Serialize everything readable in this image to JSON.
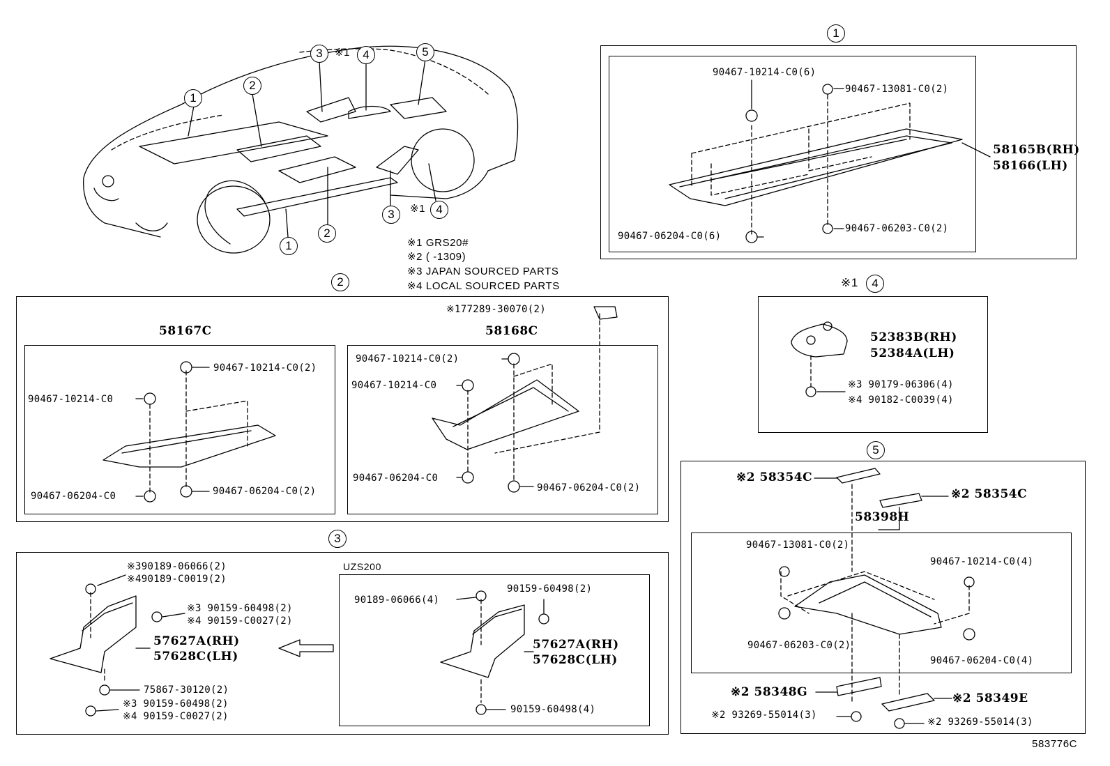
{
  "circles": {
    "c1": "1",
    "c2": "2",
    "c3": "3",
    "c4": "4",
    "c5": "5"
  },
  "sym": "※1",
  "notes": [
    "※1 GRS20#",
    "※2 (      -1309)",
    "※3 JAPAN SOURCED PARTS",
    "※4 LOCAL SOURCED PARTS"
  ],
  "s1": {
    "p1": "90467-10214-C0(6)",
    "p2": "90467-13081-C0(2)",
    "p3": "90467-06204-C0(6)",
    "p4": "90467-06203-C0(2)",
    "main_rh": "58165B(RH)",
    "main_lh": "58166(LH)"
  },
  "s2": {
    "left_title": "58167C",
    "right_title": "58168C",
    "top": "※177289-30070(2)",
    "l1": "90467-10214-C0(2)",
    "l2": "90467-10214-C0",
    "l3": "90467-06204-C0",
    "l4": "90467-06204-C0(2)",
    "r1": "90467-10214-C0(2)",
    "r2": "90467-10214-C0",
    "r3": "90467-06204-C0",
    "r4": "90467-06204-C0(2)"
  },
  "s3": {
    "a1": "※390189-06066(2)",
    "a2": "※490189-C0019(2)",
    "a3": "※3 90159-60498(2)",
    "a4": "※4 90159-C0027(2)",
    "main_rh": "57627A(RH)",
    "main_lh": "57628C(LH)",
    "a5": "75867-30120(2)",
    "a6": "※3 90159-60498(2)",
    "a7": "※4 90159-C0027(2)",
    "sub_title": "UZS200",
    "b1": "90189-06066(4)",
    "b2": "90159-60498(2)",
    "b_rh": "57627A(RH)",
    "b_lh": "57628C(LH)",
    "b3": "90159-60498(4)"
  },
  "s4": {
    "main_rh": "52383B(RH)",
    "main_lh": "52384A(LH)",
    "p1": "※3 90179-06306(4)",
    "p2": "※4 90182-C0039(4)"
  },
  "s5": {
    "p1": "※2 58354C",
    "p2": "※2 58354C",
    "main": "58398H",
    "p3": "90467-13081-C0(2)",
    "p4": "90467-10214-C0(4)",
    "p5": "90467-06203-C0(2)",
    "p6": "90467-06204-C0(4)",
    "p7": "※2 58348G",
    "p8": "※2 58349E",
    "p9": "※2 93269-55014(3)",
    "p10": "※2 93269-55014(3)"
  },
  "diagram_id": "583776C"
}
